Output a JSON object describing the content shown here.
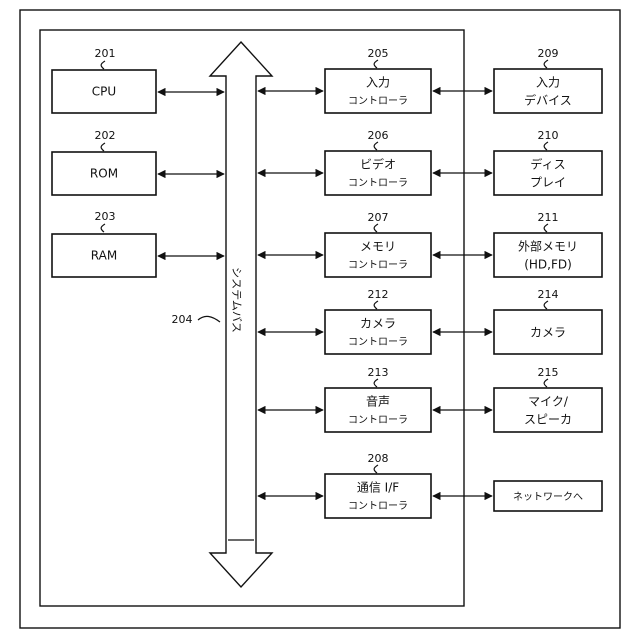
{
  "bus": {
    "ref": "204",
    "label": "システムバス"
  },
  "left_blocks": [
    {
      "key": "cpu",
      "ref": "201",
      "label": "CPU"
    },
    {
      "key": "rom",
      "ref": "202",
      "label": "ROM"
    },
    {
      "key": "ram",
      "ref": "203",
      "label": "RAM"
    }
  ],
  "controllers": [
    {
      "key": "input-ctrl",
      "ref": "205",
      "line1": "入力",
      "line2": "コントローラ"
    },
    {
      "key": "video-ctrl",
      "ref": "206",
      "line1": "ビデオ",
      "line2": "コントローラ"
    },
    {
      "key": "memory-ctrl",
      "ref": "207",
      "line1": "メモリ",
      "line2": "コントローラ"
    },
    {
      "key": "camera-ctrl",
      "ref": "212",
      "line1": "カメラ",
      "line2": "コントローラ"
    },
    {
      "key": "audio-ctrl",
      "ref": "213",
      "line1": "音声",
      "line2": "コントローラ"
    },
    {
      "key": "comm-ctrl",
      "ref": "208",
      "line1": "通信 I/F",
      "line2": "コントローラ"
    }
  ],
  "devices": [
    {
      "key": "input-device",
      "ref": "209",
      "line1": "入力",
      "line2": "デバイス"
    },
    {
      "key": "display",
      "ref": "210",
      "line1": "ディス",
      "line2": "プレイ"
    },
    {
      "key": "external-memory",
      "ref": "211",
      "line1": "外部メモリ",
      "line2": "(HD,FD)"
    },
    {
      "key": "camera",
      "ref": "214",
      "line1": "カメラ",
      "line2": ""
    },
    {
      "key": "mic-speaker",
      "ref": "215",
      "line1": "マイク/",
      "line2": "スピーカ"
    },
    {
      "key": "network",
      "ref": "",
      "line1": "ネットワークへ",
      "line2": ""
    }
  ]
}
